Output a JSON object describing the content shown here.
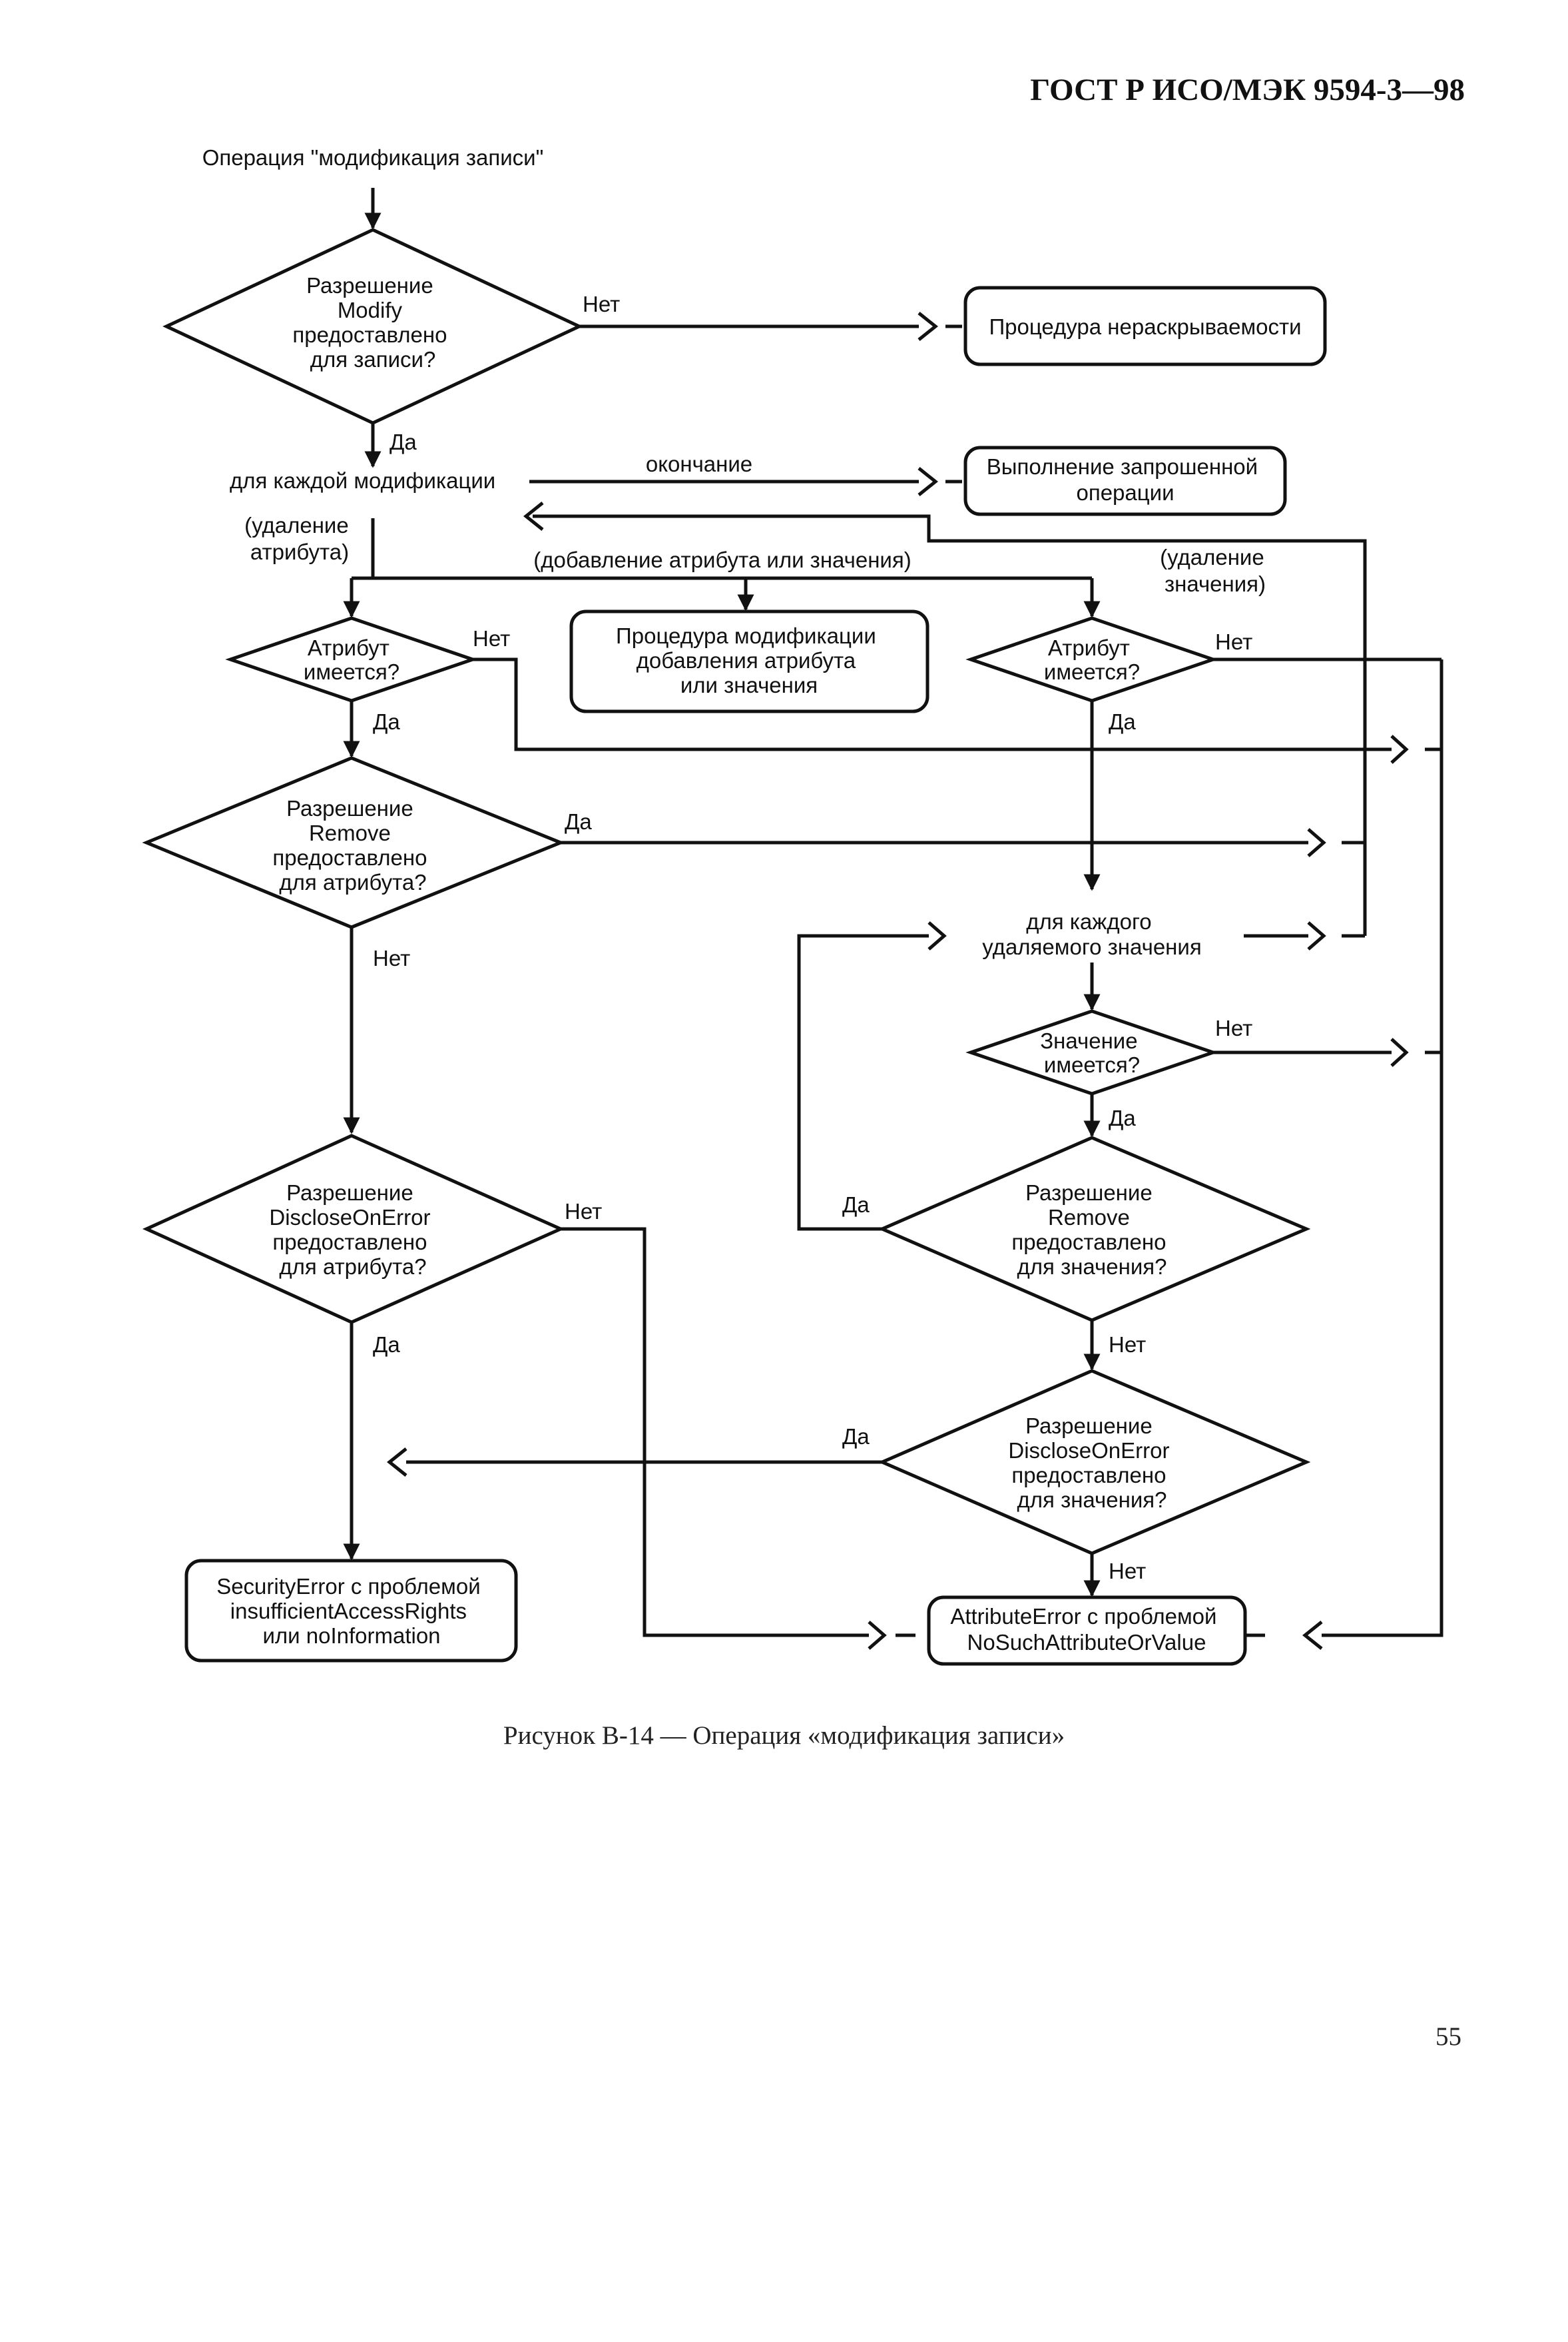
{
  "page": {
    "header": "ГОСТ Р ИСО/МЭК 9594-3—98",
    "caption": "Рисунок В-14 — Операция «модификация записи»",
    "page_number": "55"
  },
  "diagram": {
    "start_label": "Операция \"модификация записи\"",
    "d_modify": [
      "Разрешение",
      "Modify",
      "предоставлено",
      "для записи?"
    ],
    "t_nondisclosure": "Процедура нераскрываемости",
    "loop_label": "для каждой модификации",
    "end_label": "окончание",
    "t_perform": [
      "Выполнение запрошенной",
      "операции"
    ],
    "remove_attr_label": [
      "(удаление",
      "атрибута)"
    ],
    "add_label": "(добавление атрибута или значения)",
    "remove_value_label": [
      "(удаление",
      "значения)"
    ],
    "p_add": [
      "Процедура модификации",
      "добавления атрибута",
      "или значения"
    ],
    "d_attr_left": [
      "Атрибут",
      "имеется?"
    ],
    "d_attr_right": [
      "Атрибут",
      "имеется?"
    ],
    "d_remove_attr": [
      "Разрешение",
      "Remove",
      "предоставлено",
      "для атрибута?"
    ],
    "value_loop_label": [
      "для каждого",
      "удаляемого значения"
    ],
    "d_value": [
      "Значение",
      "имеется?"
    ],
    "d_disclose_attr": [
      "Разрешение",
      "DiscloseOnError",
      "предоставлено",
      "для атрибута?"
    ],
    "d_remove_value": [
      "Разрешение",
      "Remove",
      "предоставлено",
      "для значения?"
    ],
    "d_disclose_value": [
      "Разрешение",
      "DiscloseOnError",
      "предоставлено",
      "для значения?"
    ],
    "t_security": [
      "SecurityError с проблемой",
      "insufficientAccessRights",
      "или noInformation"
    ],
    "t_attribute": [
      "AttributeError с проблемой",
      "NoSuchAttributeOrValue"
    ],
    "yes": "Да",
    "no": "Нет"
  }
}
